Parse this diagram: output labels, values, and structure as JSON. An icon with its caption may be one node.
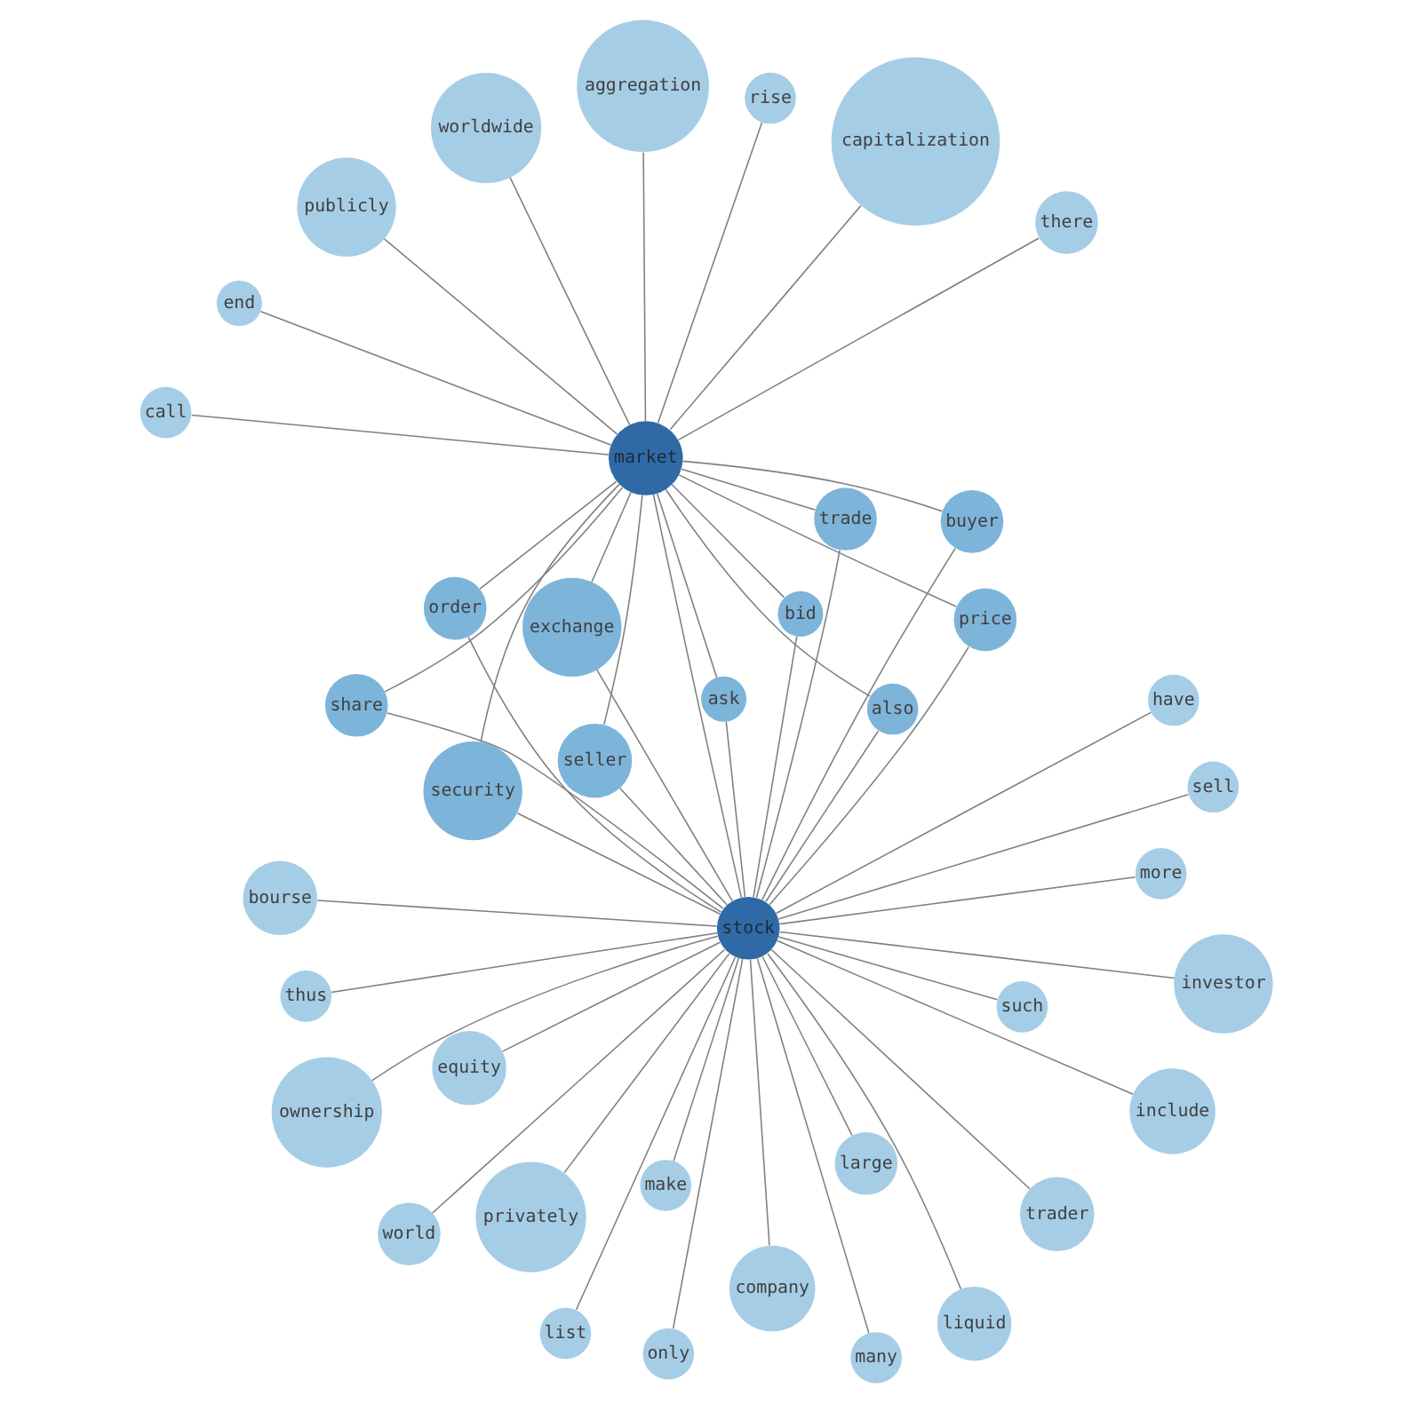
{
  "diagram": {
    "nodes": [
      {
        "text": [
          "world"
        ]
      },
      {
        "text": [
          "include"
        ]
      },
      {
        "text": [
          "only"
        ]
      },
      {
        "text": [
          "bourse"
        ]
      },
      {
        "text": [
          "such"
        ]
      },
      {
        "text": [
          "equity"
        ]
      },
      {
        "text": [
          "list"
        ]
      },
      {
        "text": [
          "trader"
        ]
      },
      {
        "text": [
          "make"
        ]
      },
      {
        "text": [
          "many"
        ]
      },
      {
        "text": [
          "company"
        ]
      },
      {
        "text": [
          "ownership"
        ]
      },
      {
        "text": [
          "investor"
        ]
      },
      {
        "text": [
          "more"
        ]
      },
      {
        "text": [
          "have"
        ]
      },
      {
        "text": [
          "large"
        ]
      },
      {
        "text": [
          "liquid"
        ]
      },
      {
        "text": [
          "stock"
        ]
      },
      {
        "text": [
          "thus"
        ]
      },
      {
        "text": [
          "share"
        ]
      },
      {
        "text": [
          "exchange"
        ]
      },
      {
        "text": [
          "privately"
        ]
      },
      {
        "text": [
          "price"
        ]
      },
      {
        "text": [
          "buyer"
        ]
      },
      {
        "text": [
          "trade"
        ]
      },
      {
        "text": [
          "seller"
        ]
      },
      {
        "text": [
          "sell"
        ]
      },
      {
        "text": [
          "order"
        ]
      },
      {
        "text": [
          "security"
        ]
      },
      {
        "text": [
          "also"
        ]
      },
      {
        "text": [
          "bid"
        ]
      },
      {
        "text": [
          "ask"
        ]
      },
      {
        "text": [
          "market"
        ]
      },
      {
        "text": [
          "publicly"
        ]
      },
      {
        "text": [
          "capitalization"
        ]
      },
      {
        "text": [
          "there"
        ]
      },
      {
        "text": [
          "aggregation"
        ]
      },
      {
        "text": [
          "rise"
        ]
      },
      {
        "text": [
          "end"
        ]
      },
      {
        "text": [
          "call"
        ]
      },
      {
        "text": [
          "worldwide"
        ]
      }
    ],
    "edges": [
      {
        "from": 17,
        "to": 0,
        "arrow": "none"
      },
      {
        "from": 17,
        "to": 1,
        "arrow": "none"
      },
      {
        "from": 17,
        "to": 2,
        "arrow": "none"
      },
      {
        "from": 17,
        "to": 3,
        "arrow": "none"
      },
      {
        "from": 17,
        "to": 4,
        "arrow": "none"
      },
      {
        "from": 17,
        "to": 5,
        "arrow": "none"
      },
      {
        "from": 17,
        "to": 6,
        "arrow": "none"
      },
      {
        "from": 17,
        "to": 7,
        "arrow": "none"
      },
      {
        "from": 17,
        "to": 8,
        "arrow": "none"
      },
      {
        "from": 17,
        "to": 9,
        "arrow": "none"
      },
      {
        "from": 17,
        "to": 10,
        "arrow": "none"
      },
      {
        "from": 17,
        "to": 11,
        "arrow": "none"
      },
      {
        "from": 17,
        "to": 12,
        "arrow": "none"
      },
      {
        "from": 17,
        "to": 13,
        "arrow": "none"
      },
      {
        "from": 17,
        "to": 14,
        "arrow": "none"
      },
      {
        "from": 17,
        "to": 15,
        "arrow": "none"
      },
      {
        "from": 17,
        "to": 16,
        "arrow": "none"
      },
      {
        "from": 17,
        "to": 18,
        "arrow": "none"
      },
      {
        "from": 17,
        "to": 19,
        "arrow": "none"
      },
      {
        "from": 17,
        "to": 20,
        "arrow": "none"
      },
      {
        "from": 17,
        "to": 21,
        "arrow": "none"
      },
      {
        "from": 17,
        "to": 22,
        "arrow": "none"
      },
      {
        "from": 17,
        "to": 23,
        "arrow": "none"
      },
      {
        "from": 17,
        "to": 24,
        "arrow": "none"
      },
      {
        "from": 17,
        "to": 25,
        "arrow": "none"
      },
      {
        "from": 17,
        "to": 26,
        "arrow": "none"
      },
      {
        "from": 17,
        "to": 27,
        "arrow": "none"
      },
      {
        "from": 17,
        "to": 28,
        "arrow": "none"
      },
      {
        "from": 17,
        "to": 29,
        "arrow": "none"
      },
      {
        "from": 17,
        "to": 30,
        "arrow": "none"
      },
      {
        "from": 17,
        "to": 31,
        "arrow": "none"
      },
      {
        "from": 17,
        "to": 32,
        "arrow": "none"
      },
      {
        "from": 32,
        "to": 19,
        "arrow": "none"
      },
      {
        "from": 32,
        "to": 20,
        "arrow": "none"
      },
      {
        "from": 32,
        "to": 22,
        "arrow": "none"
      },
      {
        "from": 32,
        "to": 23,
        "arrow": "none"
      },
      {
        "from": 32,
        "to": 24,
        "arrow": "none"
      },
      {
        "from": 32,
        "to": 25,
        "arrow": "none"
      },
      {
        "from": 32,
        "to": 27,
        "arrow": "none"
      },
      {
        "from": 32,
        "to": 28,
        "arrow": "none"
      },
      {
        "from": 32,
        "to": 29,
        "arrow": "none"
      },
      {
        "from": 32,
        "to": 30,
        "arrow": "none"
      },
      {
        "from": 32,
        "to": 31,
        "arrow": "none"
      },
      {
        "from": 32,
        "to": 33,
        "arrow": "none"
      },
      {
        "from": 32,
        "to": 34,
        "arrow": "none"
      },
      {
        "from": 32,
        "to": 35,
        "arrow": "none"
      },
      {
        "from": 32,
        "to": 36,
        "arrow": "none"
      },
      {
        "from": 32,
        "to": 37,
        "arrow": "none"
      },
      {
        "from": 32,
        "to": 38,
        "arrow": "none"
      },
      {
        "from": 32,
        "to": 39,
        "arrow": "none"
      },
      {
        "from": 32,
        "to": 40,
        "arrow": "none"
      }
    ]
  }
}
